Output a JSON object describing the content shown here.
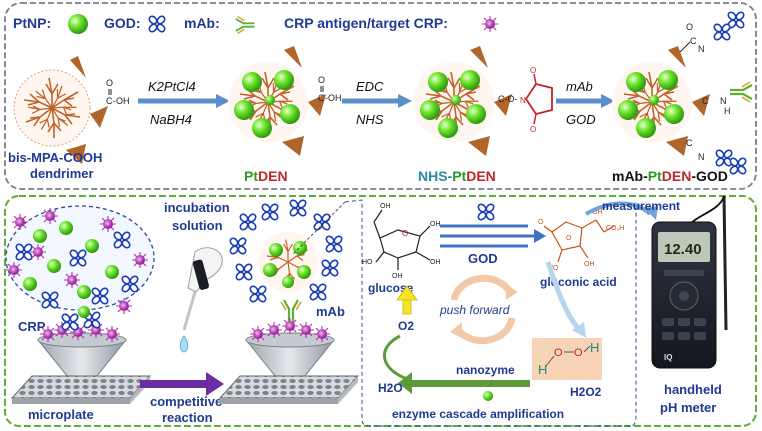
{
  "legend": {
    "ptnp": "PtNP:",
    "god": "GOD:",
    "mab": "mAb:",
    "crp": "CRP antigen/target CRP:"
  },
  "top": {
    "label_dendrimer_1": "bis-MPA-COOH",
    "label_dendrimer_2": "dendrimer",
    "cooh_c": "C",
    "cooh_o": "O",
    "cooh_oh": "-OH",
    "step1_reagent_1": "K2PtCl4",
    "step1_reagent_2": "NaBH4",
    "ptden_pt": "Pt",
    "ptden_den": "DEN",
    "step2_reagent_1": "EDC",
    "step2_reagent_2": "NHS",
    "nhs_prefix": "NHS-",
    "nhs_pt": "Pt",
    "nhs_den": "DEN",
    "ester_link": "C-O-",
    "step3_reagent_1": "mAb",
    "step3_reagent_2": "GOD",
    "final_mab": "mAb-",
    "final_pt": "Pt",
    "final_den": "DEN",
    "final_god": "-GOD",
    "amide_c": "C",
    "amide_n": "N",
    "amide_h": "H",
    "amide_o": "O"
  },
  "bottom": {
    "incubation_1": "incubation",
    "incubation_2": "solution",
    "crp": "CRP",
    "microplate": "microplate",
    "competitive_1": "competitive",
    "competitive_2": "reaction",
    "mab": "mAb",
    "glucose": "glucose",
    "god": "GOD",
    "gluconic_acid": "gluconic acid",
    "push_forward": "push forward",
    "o2": "O2",
    "nanozyme": "nanozyme",
    "h2o": "H2O",
    "h2o2": "H2O2",
    "h2o2_h1": "H",
    "h2o2_o1": "O",
    "h2o2_o2": "O",
    "h2o2_h2": "H",
    "cascade": "enzyme cascade amplification",
    "measurement": "measurement",
    "handheld_1": "handheld",
    "handheld_2": "pH meter",
    "meter_reading": "12.40",
    "meter_brand": "IQ"
  },
  "colors": {
    "ptnp": "#4cd417",
    "god": "#1a3db3",
    "mab": "#5fae3a",
    "crp": "#b02fb0",
    "dendrimer": "#c0622a",
    "arrow": "#5b8fc9",
    "dark_blue": "#1f3a93",
    "red": "#c0262c",
    "green_text": "#2c9b22",
    "teal": "#2a8aa0",
    "orange_struct": "#c8561b",
    "purple_arrow": "#6a2da1",
    "green_arrow": "#5c9a3a"
  }
}
